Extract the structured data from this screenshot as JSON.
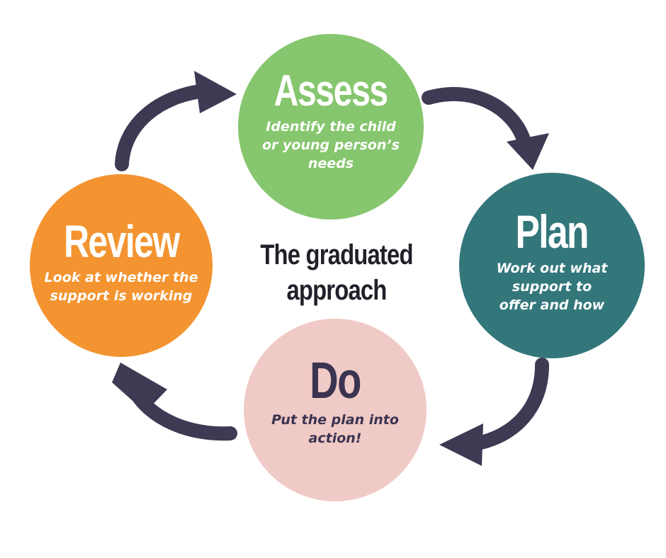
{
  "diagram": {
    "center_title": "The graduated\napproach",
    "colors": {
      "assess": "#86c66e",
      "plan": "#33777b",
      "do": "#f0cac6",
      "review": "#f39430",
      "arrow": "#3f3953",
      "dark_text": "#3b3451"
    },
    "stages": {
      "assess": {
        "title": "Assess",
        "description": "Identify the child\nor young person’s\nneeds"
      },
      "plan": {
        "title": "Plan",
        "description": "Work out what\nsupport to\noffer and how"
      },
      "do": {
        "title": "Do",
        "description": "Put the plan into\naction!"
      },
      "review": {
        "title": "Review",
        "description": "Look at whether the\nsupport is working"
      }
    }
  }
}
